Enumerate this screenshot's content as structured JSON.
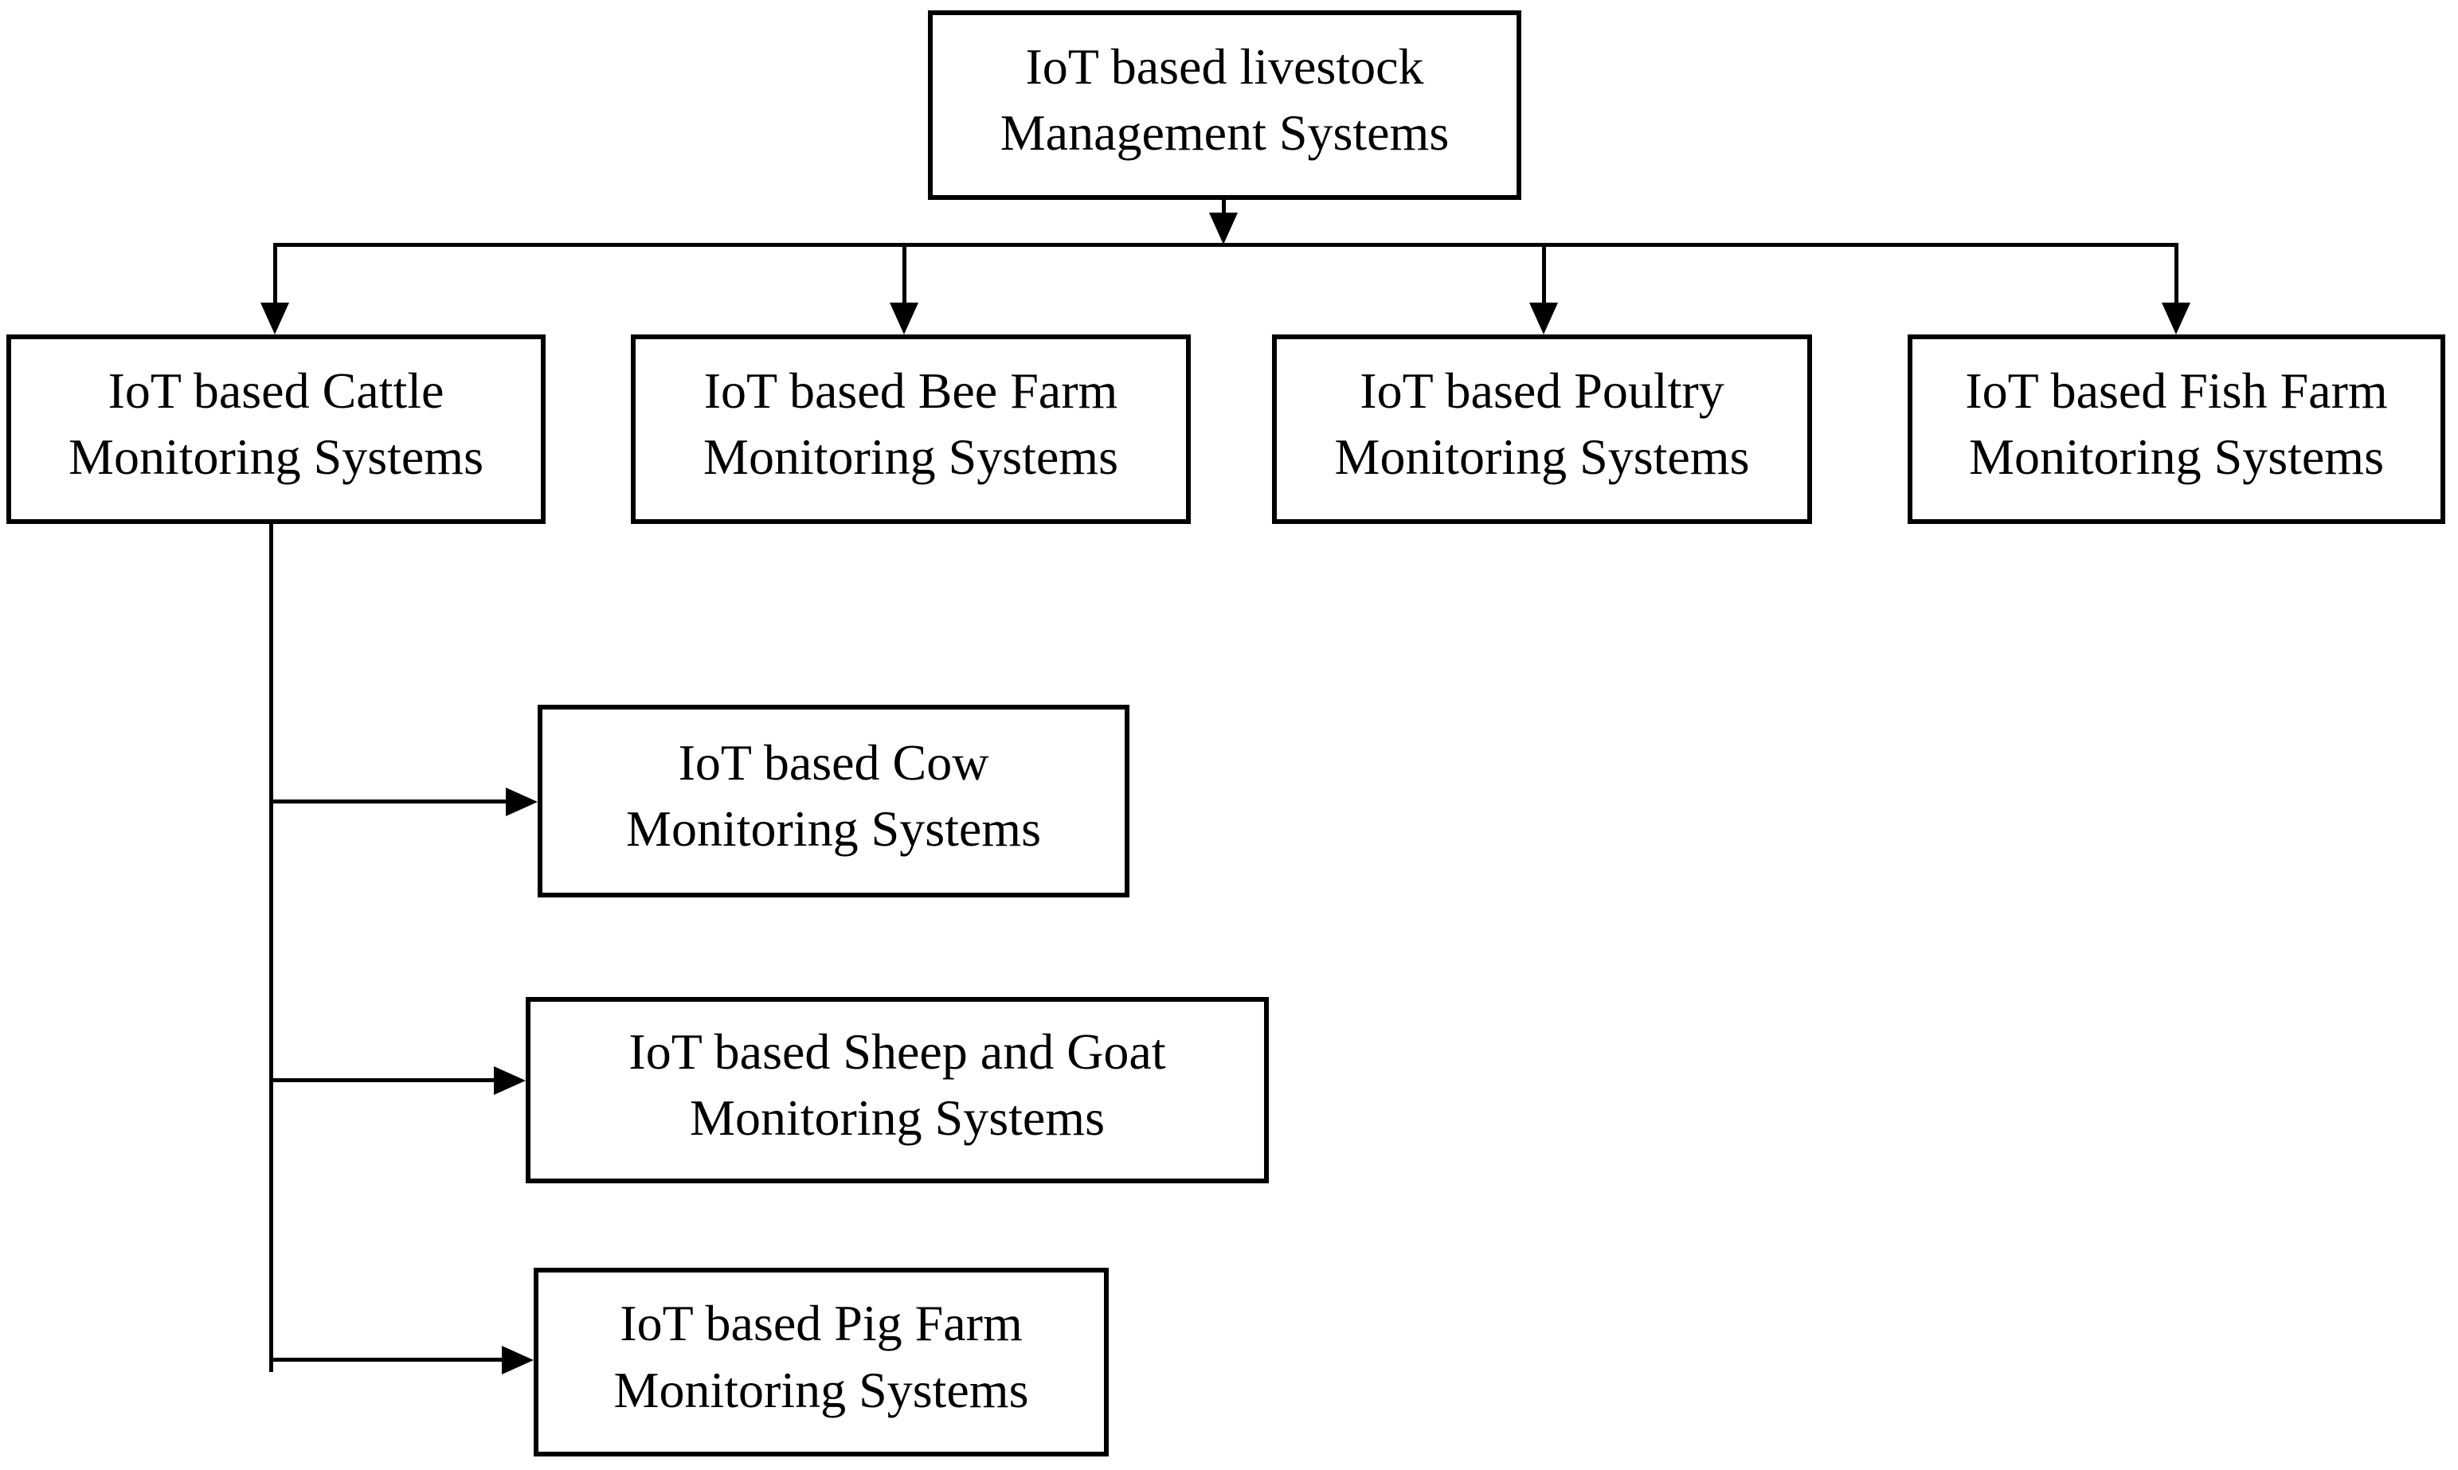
{
  "diagram": {
    "nodes": {
      "root": {
        "label": "IoT based livestock\nManagement Systems"
      },
      "cattle": {
        "label": "IoT based Cattle\nMonitoring Systems"
      },
      "bee": {
        "label": "IoT based Bee Farm\nMonitoring Systems"
      },
      "poultry": {
        "label": "IoT based Poultry\nMonitoring Systems"
      },
      "fish": {
        "label": "IoT based Fish Farm\nMonitoring Systems"
      },
      "cow": {
        "label": "IoT based Cow\nMonitoring Systems"
      },
      "sheep_goat": {
        "label": "IoT based Sheep and Goat\nMonitoring Systems"
      },
      "pig": {
        "label": "IoT based Pig Farm\nMonitoring Systems"
      }
    },
    "edges": [
      [
        "root",
        "cattle"
      ],
      [
        "root",
        "bee"
      ],
      [
        "root",
        "poultry"
      ],
      [
        "root",
        "fish"
      ],
      [
        "cattle",
        "cow"
      ],
      [
        "cattle",
        "sheep_goat"
      ],
      [
        "cattle",
        "pig"
      ]
    ],
    "colors": {
      "line": "#000000",
      "text": "#000000",
      "background": "#ffffff"
    }
  }
}
